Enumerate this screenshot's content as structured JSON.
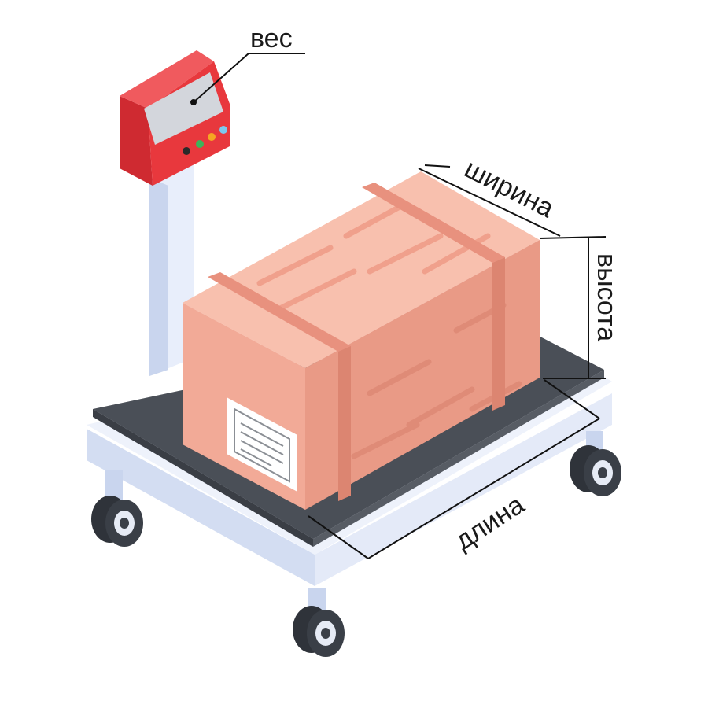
{
  "labels": {
    "weight": "вес",
    "width": "ширина",
    "height": "высота",
    "length": "длина"
  },
  "colors": {
    "terminal_red": "#E8383D",
    "terminal_screen": "#D3D6DC",
    "pole": "#DCE4F5",
    "platform_top": "#4A4F57",
    "platform_body": "#E7EDF9",
    "box_top": "#F8C0AE",
    "box_side": "#E99A86",
    "box_front": "#F2A996",
    "strap": "#E0917E",
    "wheel": "#3A3F47"
  },
  "icons": [
    "indicator-button-icon",
    "shipping-label-icon",
    "caster-wheel-icon"
  ]
}
